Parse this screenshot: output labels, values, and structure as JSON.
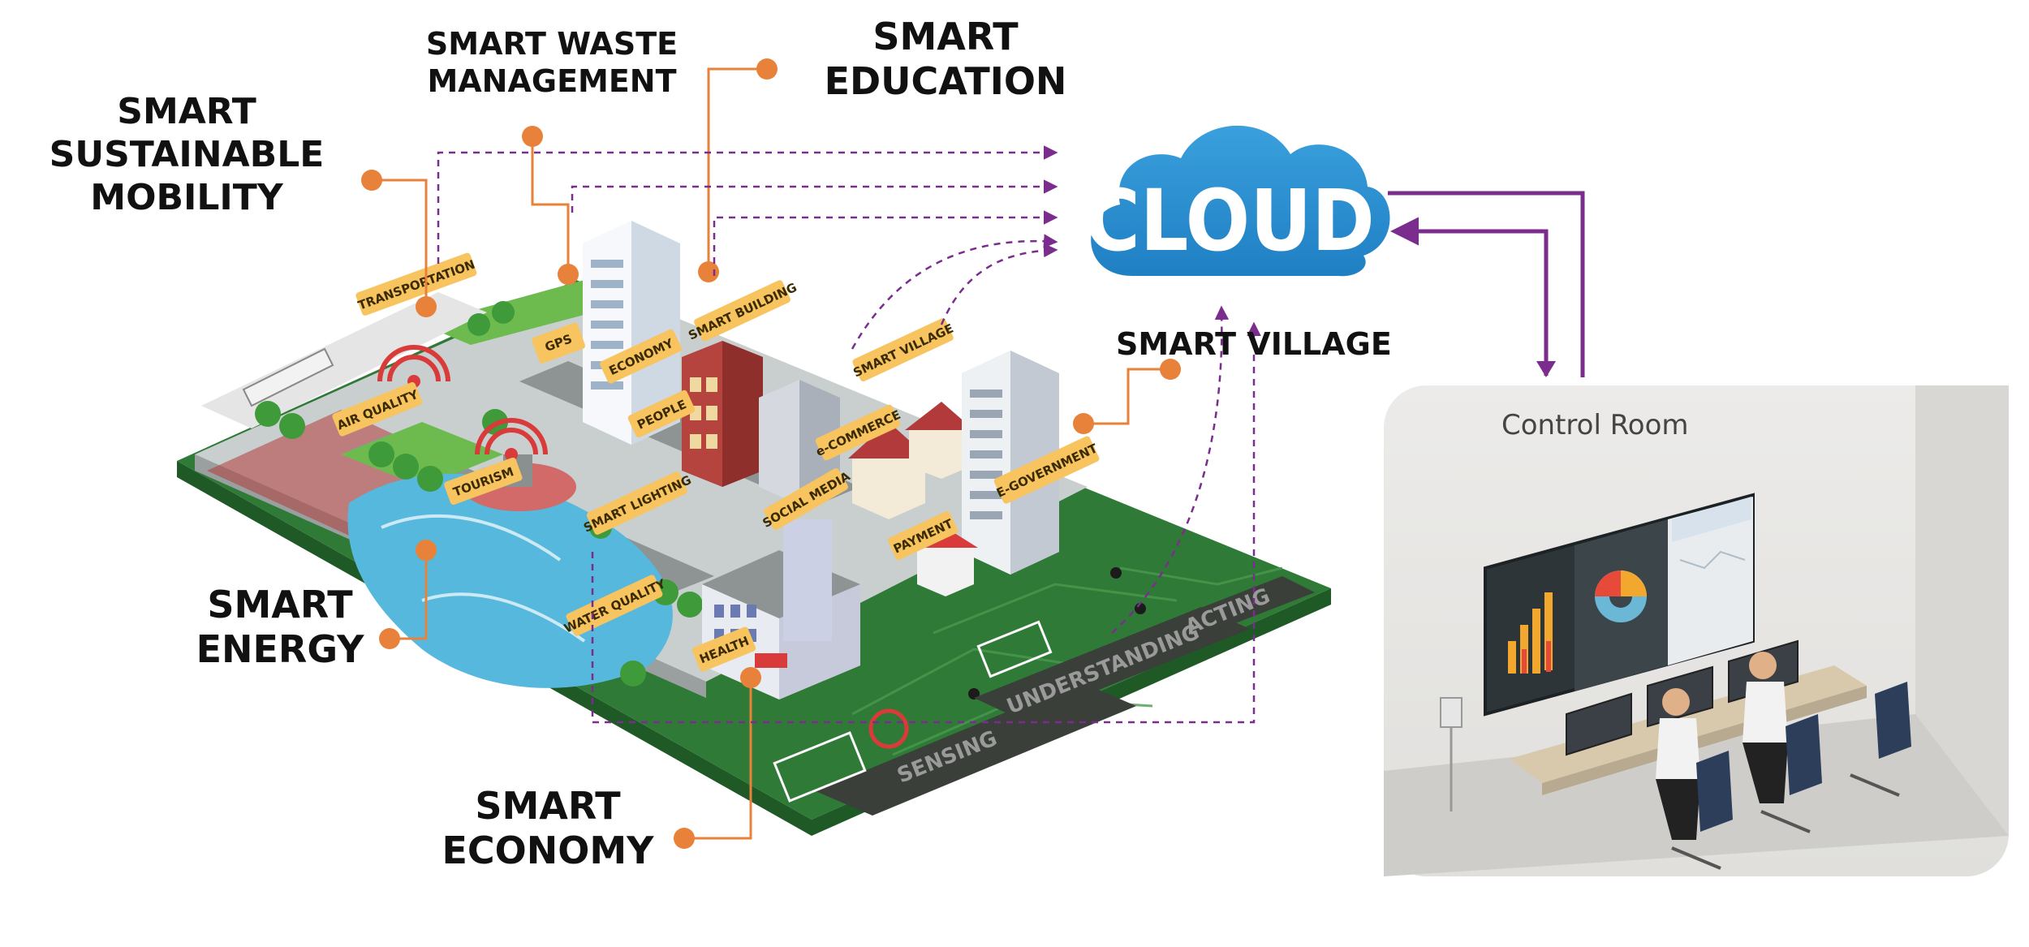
{
  "colors": {
    "leader": "#e8823a",
    "flow": "#7b2d8e",
    "cloud": "#2b8fd0",
    "tag": "#f7c460",
    "board": "#2f7a36",
    "water": "#56b8dc"
  },
  "labels": {
    "mobility": [
      "SMART",
      "SUSTAINABLE",
      "MOBILITY"
    ],
    "waste": [
      "SMART WASTE",
      "MANAGEMENT"
    ],
    "education": [
      "SMART",
      "EDUCATION"
    ],
    "village": [
      "SMART VILLAGE"
    ],
    "energy": [
      "SMART",
      "ENERGY"
    ],
    "economy": [
      "SMART",
      "ECONOMY"
    ]
  },
  "cloud_label": "CLOUD",
  "control_room_title": "Control Room",
  "tags": {
    "transportation": "TRANSPORTATION",
    "gps": "GPS",
    "economy": "ECONOMY",
    "smart_building": "SMART BUILDING",
    "smart_village": "SMART VILLAGE",
    "air_quality": "AIR QUALITY",
    "people": "PEOPLE",
    "e_commerce": "e-COMMERCE",
    "e_government": "E-GOVERNMENT",
    "tourism": "TOURISM",
    "smart_lighting": "SMART LIGHTING",
    "social_media": "SOCIAL MEDIA",
    "payment": "PAYMENT",
    "water_quality": "WATER QUALITY",
    "health": "HEALTH"
  },
  "strips": {
    "sensing": "SENSING",
    "understanding": "UNDERSTANDING",
    "acting": "ACTING"
  }
}
